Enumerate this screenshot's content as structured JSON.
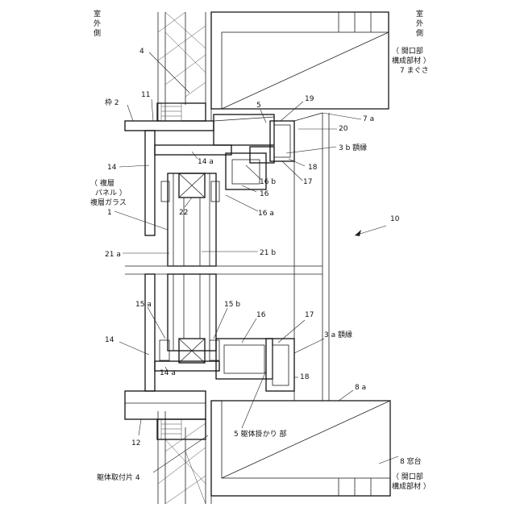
{
  "title": "",
  "side_labels": {
    "outdoor_left": [
      "室",
      "外",
      "側"
    ],
    "outdoor_right": [
      "室",
      "外",
      "側"
    ]
  },
  "labels": {
    "l4_top": "4",
    "l11": "11",
    "l_frame2": "枠 2",
    "l5_top": "5",
    "l19": "19",
    "l20": "20",
    "l7a": "7 a",
    "l_opening_top_1": "（ 開口部",
    "l_opening_top_2": "構成部材 ）",
    "l7_mag": "7 まぐさ",
    "l3b": "3 b 額縁",
    "l14_top": "14",
    "l14a_top": "14 a",
    "l18_top": "18",
    "l17_top": "17",
    "l16b": "16 b",
    "l16_top": "16",
    "l16a": "16 a",
    "l_panel_1": "（ 複層",
    "l_panel_2": "パネル ）",
    "l_panel_3": "複層ガラス",
    "l1": "1",
    "l22": "22",
    "l10": "10",
    "l21a": "21 a",
    "l21b": "21 b",
    "l15a": "15 a",
    "l15b": "15 b",
    "l16_bot": "16",
    "l17_bot": "17",
    "l14_bot": "14",
    "l3a": "3 a 額縁",
    "l14a_bot": "14 a",
    "l18_bot": "18",
    "l8a": "8 a",
    "l12": "12",
    "l5_bot": "5 躯体掛かり 部",
    "l_body_attach": "躯体取付片 4",
    "l8_sill": "8 窓台",
    "l_opening_bot_1": "（ 開口部",
    "l_opening_bot_2": "構成部材 ）"
  }
}
